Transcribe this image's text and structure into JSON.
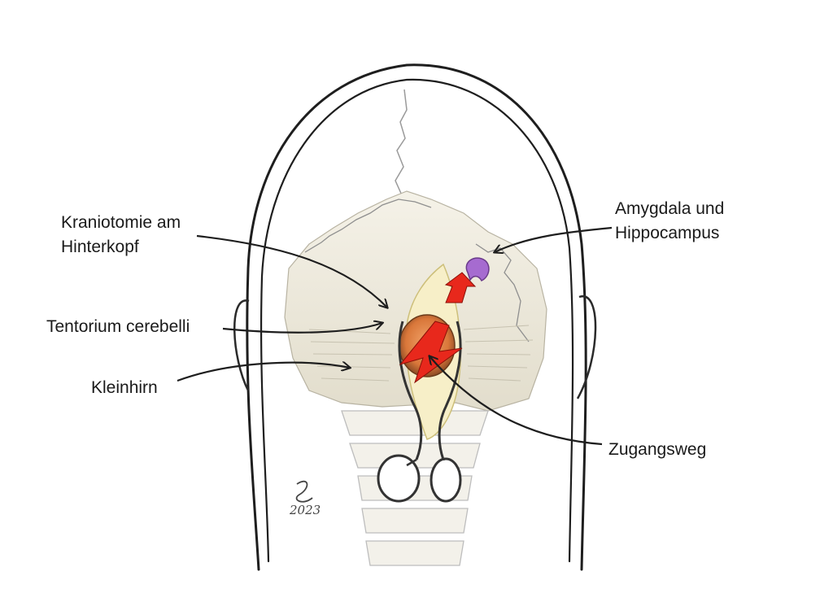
{
  "labels": {
    "kraniotomie": [
      "Kraniotomie am",
      "Hinterkopf"
    ],
    "tentorium": "Tentorium cerebelli",
    "kleinhirn": "Kleinhirn",
    "amygdala": [
      "Amygdala und",
      "Hippocampus"
    ],
    "zugangsweg": "Zugangsweg"
  },
  "signature": {
    "year": "2023"
  },
  "colors": {
    "outline": "#1e1e1e",
    "bone": "#eeeadc",
    "arrow_red": "#e8281c",
    "brain_purple": "#a66bd0",
    "cerebellum_orange": "#d9773a"
  }
}
